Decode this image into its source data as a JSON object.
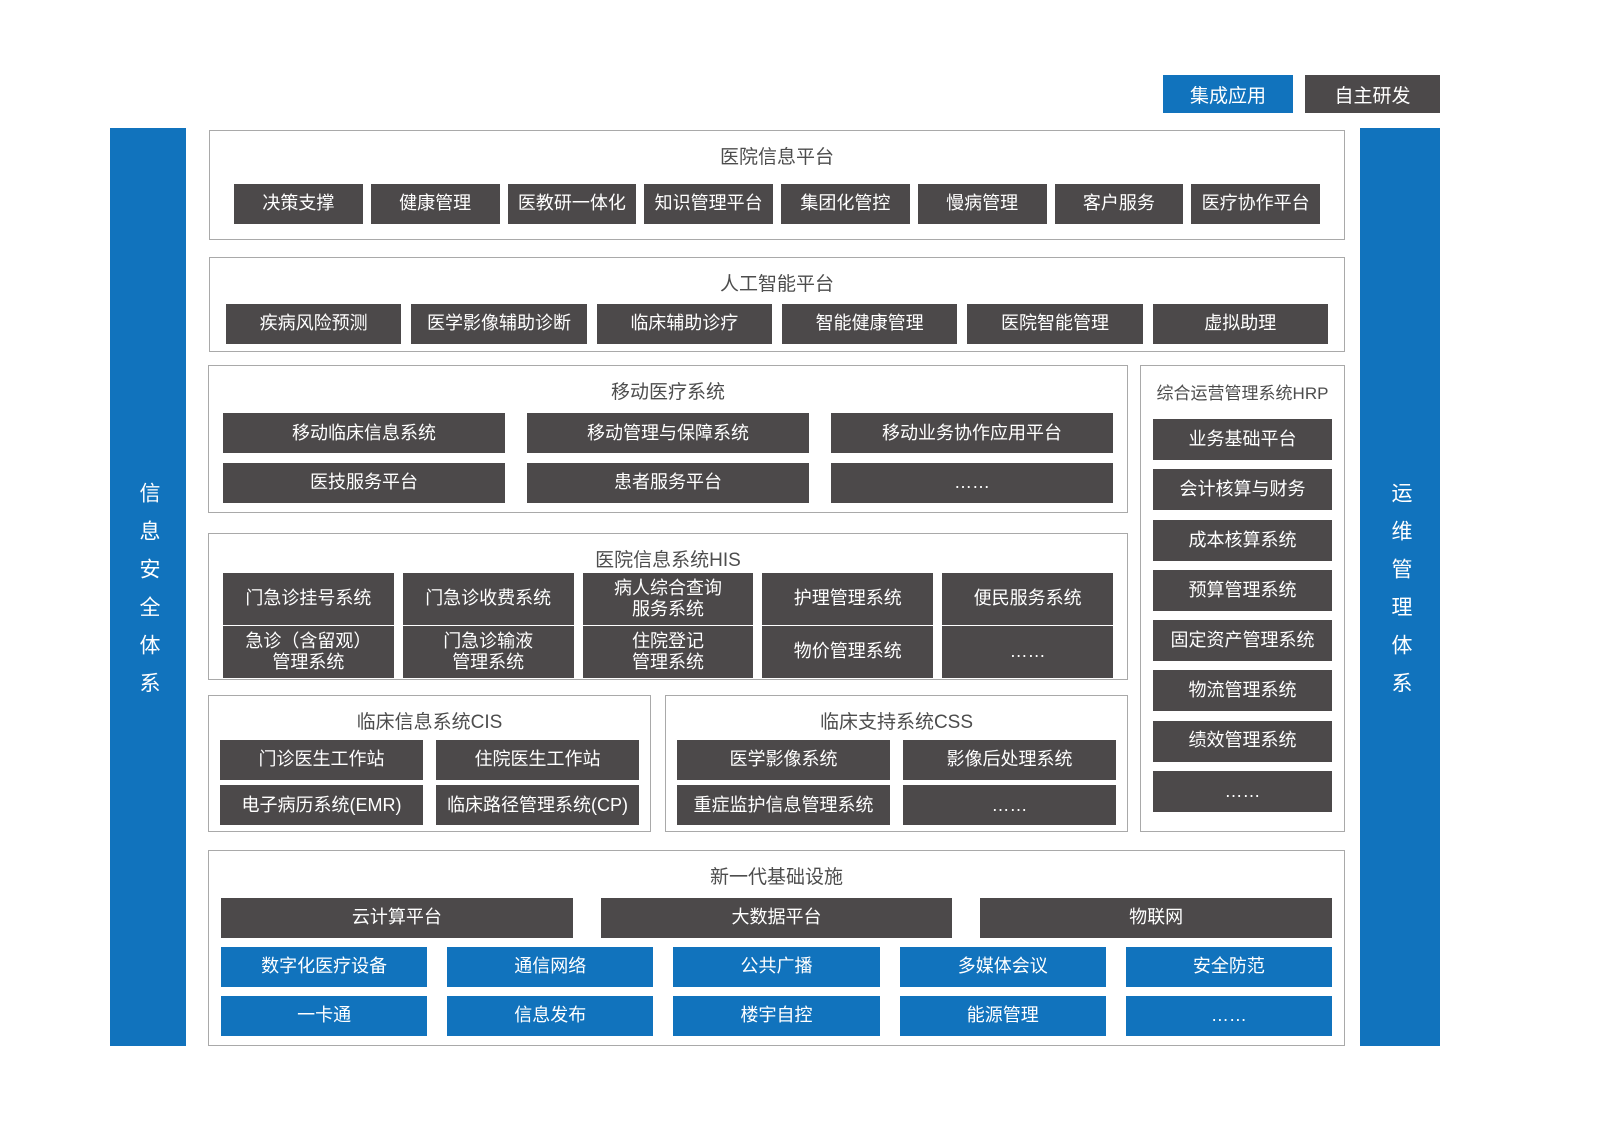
{
  "legend": {
    "integrated_label": "集成应用",
    "self_developed_label": "自主研发"
  },
  "sidebars": {
    "left_label": "信息安全体系",
    "right_label": "运维管理体系"
  },
  "colors": {
    "accent_blue": "#1173bd",
    "dark_gray": "#4c494a",
    "section_border": "#a9a9a9"
  },
  "sections": {
    "platform": {
      "title": "医院信息平台",
      "items": [
        "决策支撑",
        "健康管理",
        "医教研一体化",
        "知识管理平台",
        "集团化管控",
        "慢病管理",
        "客户服务",
        "医疗协作平台"
      ]
    },
    "ai": {
      "title": "人工智能平台",
      "items": [
        "疾病风险预测",
        "医学影像辅助诊断",
        "临床辅助诊疗",
        "智能健康管理",
        "医院智能管理",
        "虚拟助理"
      ]
    },
    "mobile": {
      "title": "移动医疗系统",
      "rows": [
        [
          "移动临床信息系统",
          "移动管理与保障系统",
          "移动业务协作应用平台"
        ],
        [
          "医技服务平台",
          "患者服务平台",
          "……"
        ]
      ]
    },
    "hrp": {
      "title": "综合运营管理系统HRP",
      "items": [
        "业务基础平台",
        "会计核算与财务",
        "成本核算系统",
        "预算管理系统",
        "固定资产管理系统",
        "物流管理系统",
        "绩效管理系统",
        "……"
      ]
    },
    "his": {
      "title": "医院信息系统HIS",
      "rows": [
        [
          "门急诊挂号系统",
          "门急诊收费系统",
          "病人综合查询\n服务系统",
          "护理管理系统",
          "便民服务系统"
        ],
        [
          "急诊（含留观）\n管理系统",
          "门急诊输液\n管理系统",
          "住院登记\n管理系统",
          "物价管理系统",
          "……"
        ]
      ]
    },
    "cis": {
      "title": "临床信息系统CIS",
      "rows": [
        [
          "门诊医生工作站",
          "住院医生工作站"
        ],
        [
          "电子病历系统(EMR)",
          "临床路径管理系统(CP)"
        ]
      ]
    },
    "css": {
      "title": "临床支持系统CSS",
      "rows": [
        [
          "医学影像系统",
          "影像后处理系统"
        ],
        [
          "重症监护信息管理系统",
          "……"
        ]
      ]
    },
    "infra": {
      "title": "新一代基础设施",
      "platform_row": [
        "云计算平台",
        "大数据平台",
        "物联网"
      ],
      "iot_rows": [
        [
          "数字化医疗设备",
          "通信网络",
          "公共广播",
          "多媒体会议",
          "安全防范"
        ],
        [
          "一卡通",
          "信息发布",
          "楼宇自控",
          "能源管理",
          "……"
        ]
      ]
    }
  }
}
